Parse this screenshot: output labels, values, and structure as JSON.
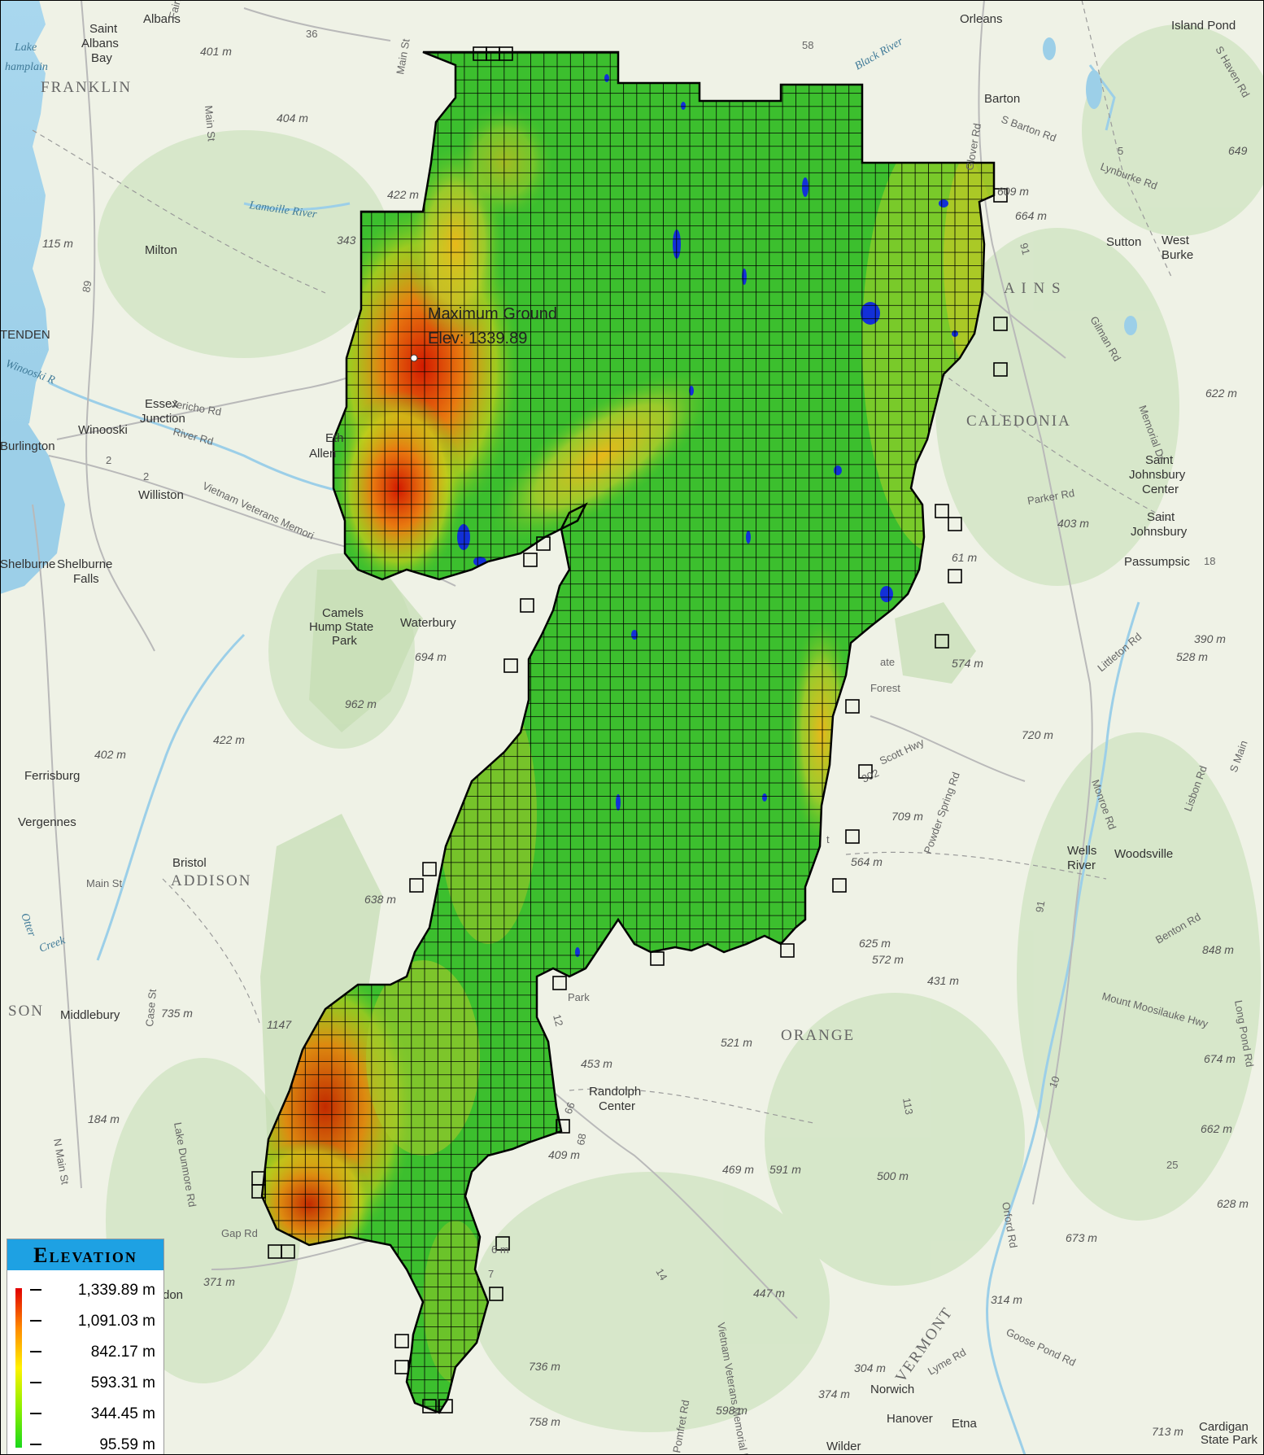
{
  "colors": {
    "background": "#f2f4ec",
    "water": "#9ccfe8",
    "forest": "#c7dfb8",
    "watershed_fill": "#3cbf2e",
    "grid": "#000000",
    "high": "#e10000",
    "mid": "#fff200",
    "low": "#1bd81b",
    "legend_header": "#1ea1e3"
  },
  "annotation": {
    "line1": "Maximum Ground",
    "line2": "Elev: 1339.89",
    "marker_icon": "white-dot-icon"
  },
  "legend": {
    "title": "Elevation",
    "items": [
      {
        "label": "1,339.89 m"
      },
      {
        "label": "1,091.03 m"
      },
      {
        "label": "842.17 m"
      },
      {
        "label": "593.31 m"
      },
      {
        "label": "344.45 m"
      },
      {
        "label": "95.59 m"
      }
    ]
  },
  "places": [
    {
      "id": "albans",
      "text": "Albans"
    },
    {
      "id": "saint-albans-bay-1",
      "text": "Saint"
    },
    {
      "id": "saint-albans-bay-2",
      "text": "Albans"
    },
    {
      "id": "saint-albans-bay-3",
      "text": "Bay"
    },
    {
      "id": "orleans",
      "text": "Orleans"
    },
    {
      "id": "island-pond",
      "text": "Island Pond"
    },
    {
      "id": "barton",
      "text": "Barton"
    },
    {
      "id": "sutton",
      "text": "Sutton"
    },
    {
      "id": "west-burke-1",
      "text": "West"
    },
    {
      "id": "west-burke-2",
      "text": "Burke"
    },
    {
      "id": "milton",
      "text": "Milton"
    },
    {
      "id": "essex-junction-1",
      "text": "Essex"
    },
    {
      "id": "essex-junction-2",
      "text": "Junction"
    },
    {
      "id": "winooski",
      "text": "Winooski"
    },
    {
      "id": "burlington",
      "text": "Burlington"
    },
    {
      "id": "williston",
      "text": "Williston"
    },
    {
      "id": "ethan-allen-1",
      "text": "Eth"
    },
    {
      "id": "ethan-allen-2",
      "text": "Allen"
    },
    {
      "id": "shelburne",
      "text": "Shelburne"
    },
    {
      "id": "shelburne-falls-1",
      "text": "Shelburne"
    },
    {
      "id": "shelburne-falls-2",
      "text": "Falls"
    },
    {
      "id": "camels-hump-1",
      "text": "Camels"
    },
    {
      "id": "camels-hump-2",
      "text": "Hump State"
    },
    {
      "id": "camels-hump-3",
      "text": "Park"
    },
    {
      "id": "waterbury",
      "text": "Waterbury"
    },
    {
      "id": "saint-johnsbury-center-1",
      "text": "Saint"
    },
    {
      "id": "saint-johnsbury-center-2",
      "text": "Johnsbury"
    },
    {
      "id": "saint-johnsbury-center-3",
      "text": "Center"
    },
    {
      "id": "saint-johnsbury-1",
      "text": "Saint"
    },
    {
      "id": "saint-johnsbury-2",
      "text": "Johnsbury"
    },
    {
      "id": "passumpsic",
      "text": "Passumpsic"
    },
    {
      "id": "ferrisburg",
      "text": "Ferrisburg"
    },
    {
      "id": "vergennes",
      "text": "Vergennes"
    },
    {
      "id": "bristol",
      "text": "Bristol"
    },
    {
      "id": "middlebury",
      "text": "Middlebury"
    },
    {
      "id": "wells-river-1",
      "text": "Wells"
    },
    {
      "id": "wells-river-2",
      "text": "River"
    },
    {
      "id": "woodsville",
      "text": "Woodsville"
    },
    {
      "id": "randolph-center-1",
      "text": "Randolph"
    },
    {
      "id": "randolph-center-2",
      "text": "Center"
    },
    {
      "id": "norwich",
      "text": "Norwich"
    },
    {
      "id": "hanover",
      "text": "Hanover"
    },
    {
      "id": "etna",
      "text": "Etna"
    },
    {
      "id": "wilder",
      "text": "Wilder"
    },
    {
      "id": "cardigan-1",
      "text": "Cardigan"
    },
    {
      "id": "cardigan-2",
      "text": "State Park"
    },
    {
      "id": "don",
      "text": "don"
    },
    {
      "id": "nenden",
      "text": "TENDEN"
    }
  ],
  "counties": [
    {
      "id": "franklin",
      "text": "FRANKLIN"
    },
    {
      "id": "caledonia",
      "text": "CALEDONIA"
    },
    {
      "id": "addison",
      "text": "ADDISON"
    },
    {
      "id": "orange",
      "text": "ORANGE"
    },
    {
      "id": "son",
      "text": "SON"
    },
    {
      "id": "vermont",
      "text": "VERMONT"
    },
    {
      "id": "ains",
      "text": "A I N S"
    }
  ],
  "waters": [
    {
      "id": "lake-champlain-1",
      "text": "Lake"
    },
    {
      "id": "lake-champlain-2",
      "text": "hamplain"
    },
    {
      "id": "lamoille",
      "text": "Lamoille River"
    },
    {
      "id": "winooski-r",
      "text": "Winooski R"
    },
    {
      "id": "otter-creek-1",
      "text": "Otter"
    },
    {
      "id": "otter-creek-2",
      "text": "Creek"
    },
    {
      "id": "black-river",
      "text": "Black River"
    }
  ],
  "elevations": [
    {
      "id": "e401",
      "text": "401 m"
    },
    {
      "id": "e404",
      "text": "404 m"
    },
    {
      "id": "e422a",
      "text": "422 m"
    },
    {
      "id": "e343",
      "text": "343"
    },
    {
      "id": "e115",
      "text": "115 m"
    },
    {
      "id": "e609",
      "text": "609 m"
    },
    {
      "id": "e664",
      "text": "664 m"
    },
    {
      "id": "e649",
      "text": "649"
    },
    {
      "id": "e622",
      "text": "622 m"
    },
    {
      "id": "e403",
      "text": "403 m"
    },
    {
      "id": "e390",
      "text": "390 m"
    },
    {
      "id": "e528",
      "text": "528 m"
    },
    {
      "id": "e574",
      "text": "574 m"
    },
    {
      "id": "e694",
      "text": "694 m"
    },
    {
      "id": "e962",
      "text": "962 m"
    },
    {
      "id": "e422b",
      "text": "422 m"
    },
    {
      "id": "e402",
      "text": "402 m"
    },
    {
      "id": "e720",
      "text": "720 m"
    },
    {
      "id": "e709",
      "text": "709 m"
    },
    {
      "id": "e564",
      "text": "564 m"
    },
    {
      "id": "e638",
      "text": "638 m"
    },
    {
      "id": "e625",
      "text": "625 m"
    },
    {
      "id": "e572",
      "text": "572 m"
    },
    {
      "id": "e431",
      "text": "431 m"
    },
    {
      "id": "e848",
      "text": "848 m"
    },
    {
      "id": "e735",
      "text": "735 m"
    },
    {
      "id": "e1147",
      "text": "1147"
    },
    {
      "id": "e521",
      "text": "521 m"
    },
    {
      "id": "e453",
      "text": "453 m"
    },
    {
      "id": "e674",
      "text": "674 m"
    },
    {
      "id": "e184",
      "text": "184 m"
    },
    {
      "id": "e662",
      "text": "662 m"
    },
    {
      "id": "e409",
      "text": "409 m"
    },
    {
      "id": "e469",
      "text": "469 m"
    },
    {
      "id": "e591",
      "text": "591 m"
    },
    {
      "id": "e500",
      "text": "500 m"
    },
    {
      "id": "e628",
      "text": "628 m"
    },
    {
      "id": "e673",
      "text": "673 m"
    },
    {
      "id": "e371",
      "text": "371 m"
    },
    {
      "id": "e447",
      "text": "447 m"
    },
    {
      "id": "e314",
      "text": "314 m"
    },
    {
      "id": "e736",
      "text": "736 m"
    },
    {
      "id": "e304",
      "text": "304 m"
    },
    {
      "id": "e374",
      "text": "374 m"
    },
    {
      "id": "e598",
      "text": "598 m"
    },
    {
      "id": "e758",
      "text": "758 m"
    },
    {
      "id": "e713",
      "text": "713 m"
    },
    {
      "id": "e61",
      "text": "61 m"
    }
  ],
  "roads": [
    {
      "id": "r36",
      "text": "36"
    },
    {
      "id": "r58",
      "text": "58"
    },
    {
      "id": "r5",
      "text": "5"
    },
    {
      "id": "r91a",
      "text": "91"
    },
    {
      "id": "r89",
      "text": "89"
    },
    {
      "id": "r2a",
      "text": "2"
    },
    {
      "id": "r2b",
      "text": "2"
    },
    {
      "id": "r18",
      "text": "18"
    },
    {
      "id": "r302",
      "text": "302"
    },
    {
      "id": "r113",
      "text": "113"
    },
    {
      "id": "r91b",
      "text": "91"
    },
    {
      "id": "r10",
      "text": "10"
    },
    {
      "id": "r25",
      "text": "25"
    },
    {
      "id": "r12",
      "text": "12"
    },
    {
      "id": "r66",
      "text": "66"
    },
    {
      "id": "r14",
      "text": "14"
    },
    {
      "id": "r7",
      "text": "7"
    },
    {
      "id": "r68",
      "text": "68"
    },
    {
      "id": "jericho",
      "text": "Jericho Rd"
    },
    {
      "id": "river-rd",
      "text": "River Rd"
    },
    {
      "id": "vietnam-mem",
      "text": "Vietnam Veterans Memori"
    },
    {
      "id": "gilman",
      "text": "Gilman Rd"
    },
    {
      "id": "parker",
      "text": "Parker Rd"
    },
    {
      "id": "scott-hwy",
      "text": "Scott Hwy"
    },
    {
      "id": "powder-spring",
      "text": "Powder Spring Rd"
    },
    {
      "id": "benton",
      "text": "Benton Rd"
    },
    {
      "id": "moosilauke",
      "text": "Mount Moosilauke Hwy"
    },
    {
      "id": "lyme",
      "text": "Lyme Rd"
    },
    {
      "id": "goose-pond",
      "text": "Goose Pond Rd"
    },
    {
      "id": "orford",
      "text": "Orford Rd"
    },
    {
      "id": "main-st-a",
      "text": "Main St"
    },
    {
      "id": "main-st-b",
      "text": "Main St"
    },
    {
      "id": "main-st-c",
      "text": "Main St"
    },
    {
      "id": "case-st",
      "text": "Case St"
    },
    {
      "id": "lake-dunmore",
      "text": "Lake Dunmore Rd"
    },
    {
      "id": "gap-rd",
      "text": "Gap Rd"
    },
    {
      "id": "n-main",
      "text": "N Main St"
    },
    {
      "id": "fairfax",
      "text": "Fairfax Rd"
    },
    {
      "id": "glover",
      "text": "Glover Rd"
    },
    {
      "id": "s-barton",
      "text": "S Barton Rd"
    },
    {
      "id": "lynburke",
      "text": "Lynburke Rd"
    },
    {
      "id": "s-haven",
      "text": "S Haven Rd"
    },
    {
      "id": "memorial",
      "text": "Memorial Dr"
    },
    {
      "id": "littleton",
      "text": "Littleton Rd"
    },
    {
      "id": "monroe",
      "text": "Monroe Rd"
    },
    {
      "id": "lisbon",
      "text": "Lisbon Rd"
    },
    {
      "id": "long-pond",
      "text": "Long Pond Rd"
    },
    {
      "id": "pomfret",
      "text": "Pomfret Rd"
    },
    {
      "id": "vietnam-mem-2",
      "text": "Vietnam Veterans Memorial Hwy"
    },
    {
      "id": "s-main",
      "text": "S Main"
    },
    {
      "id": "forest",
      "text": "Forest"
    },
    {
      "id": "ate",
      "text": "ate"
    },
    {
      "id": "s-6m",
      "text": "6 m"
    },
    {
      "id": "s-t",
      "text": "t"
    },
    {
      "id": "s-park",
      "text": "Park"
    }
  ]
}
